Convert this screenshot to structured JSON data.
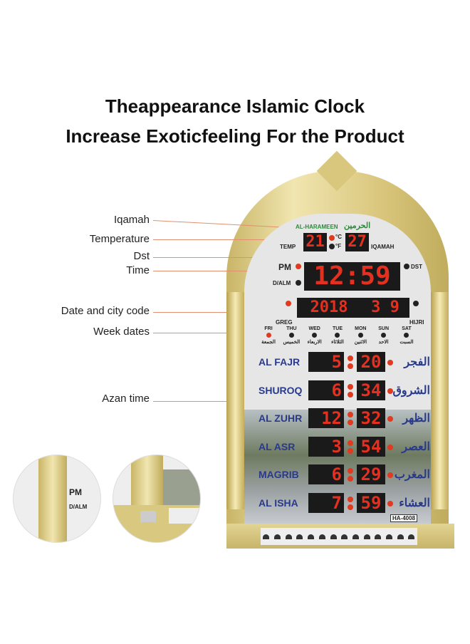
{
  "title": {
    "line1": "Theappearance Islamic Clock",
    "line2": "Increase Exoticfeeling For the Product"
  },
  "labels": {
    "iqamah": "Iqamah",
    "temperature": "Temperature",
    "dst": "Dst",
    "time": "Time",
    "date": "Date and city code",
    "week": "Week dates",
    "azan": "Azan time"
  },
  "device": {
    "brand": "AL-HARAMEEN",
    "brand_ar": "الحرمين",
    "temp": "21",
    "temp_c": "°C",
    "temp_f": "°F",
    "temp_label": "TEMP",
    "iqamah_val": "27",
    "iqamah_label": "IQAMAH",
    "pm": "PM",
    "dalm": "D/ALM",
    "dst": "DST",
    "time": "12:59",
    "year": "2018",
    "city": "3 9",
    "greg": "GREG",
    "hijri": "HIJRI",
    "model": "HA-4008",
    "days": [
      {
        "en": "FRI",
        "ar": "الجمعة",
        "on": true
      },
      {
        "en": "THU",
        "ar": "الخميس"
      },
      {
        "en": "WED",
        "ar": "الاربعاء"
      },
      {
        "en": "TUE",
        "ar": "الثلاثاء"
      },
      {
        "en": "MON",
        "ar": "الاثنين"
      },
      {
        "en": "SUN",
        "ar": "الاحد"
      },
      {
        "en": "SAT",
        "ar": "السبت"
      }
    ],
    "prayers": [
      {
        "en": "AL FAJR",
        "h": "5",
        "m": "20",
        "ar": "الفجر"
      },
      {
        "en": "SHUROQ",
        "h": "6",
        "m": "34",
        "ar": "الشروق"
      },
      {
        "en": "AL ZUHR",
        "h": "12",
        "m": "32",
        "ar": "الظهر"
      },
      {
        "en": "AL ASR",
        "h": "3",
        "m": "54",
        "ar": "العصر"
      },
      {
        "en": "MAGRIB",
        "h": "6",
        "m": "29",
        "ar": "المغرب"
      },
      {
        "en": "AL ISHA",
        "h": "7",
        "m": "59",
        "ar": "العشاء"
      }
    ]
  },
  "insets": {
    "pm": "PM",
    "dalm": "D/ALM"
  }
}
